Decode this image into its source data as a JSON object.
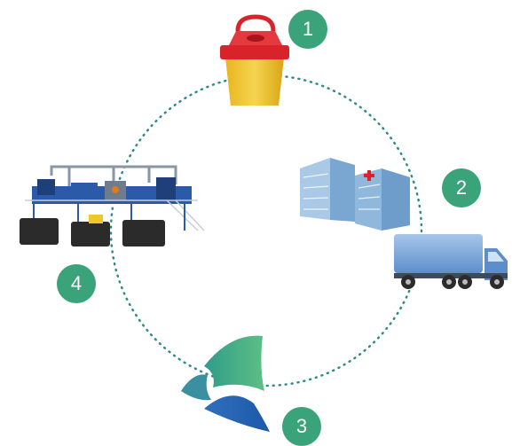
{
  "steps": [
    {
      "number": "1",
      "icon": "sharps-container-icon"
    },
    {
      "number": "2",
      "icon": "hospital-truck-icon"
    },
    {
      "number": "3",
      "icon": "company-logo-icon"
    },
    {
      "number": "4",
      "icon": "processing-plant-icon"
    }
  ],
  "colors": {
    "badge": "#3aa37a",
    "dotted_circle": "#2f8a8a",
    "container_lid": "#d9232a",
    "container_body": "#f1c62a",
    "truck_cargo": "#7aa6d8",
    "truck_cab": "#5e8ec9",
    "building": "#8fb8dc",
    "logo_green": "#3aa37a",
    "logo_blue": "#2f6fbf",
    "machine_blue": "#2a5aa8",
    "machine_tank": "#2b2b2b"
  }
}
